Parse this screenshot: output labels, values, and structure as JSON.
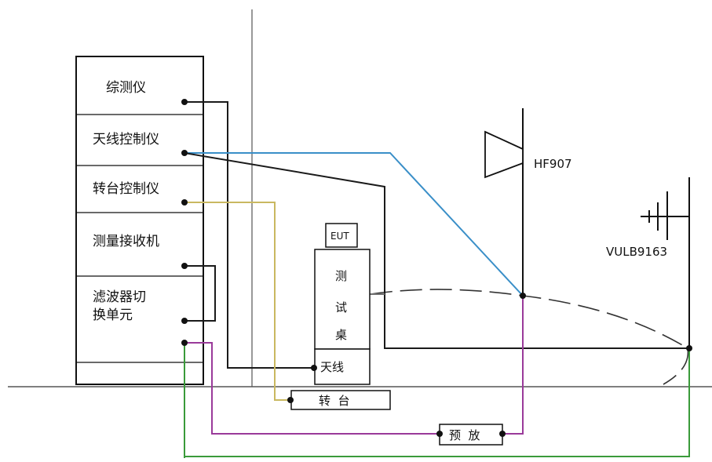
{
  "rack": {
    "units": [
      {
        "label": "综测仪"
      },
      {
        "label": "天线控制仪"
      },
      {
        "label": "转台控制仪"
      },
      {
        "label": "测量接收机"
      },
      {
        "label_line1": "滤波器切",
        "label_line2": "换单元"
      }
    ]
  },
  "eut": {
    "label": "EUT"
  },
  "table": {
    "label_chars": [
      "测",
      "试",
      "桌"
    ],
    "antenna_label": "天线"
  },
  "turntable": {
    "label": "转  台"
  },
  "preamp": {
    "label": "预  放"
  },
  "antennas": {
    "horn": "HF907",
    "log_periodic": "VULB9163"
  },
  "colors": {
    "black": "#1a1a1a",
    "blue": "#3a8fc8",
    "yellow": "#c9b860",
    "magenta": "#9a3a9a",
    "green": "#3a9a3a",
    "gray": "#707070"
  }
}
